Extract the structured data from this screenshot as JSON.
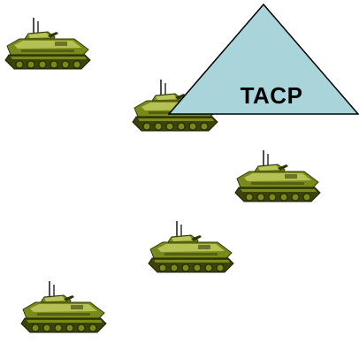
{
  "tacp": {
    "label": "TACP",
    "fill_color": "#a9d4d9",
    "stroke_color": "#000000"
  },
  "vehicle_style": {
    "body_color": "#7a8a1a",
    "highlight_color": "#c9d36a",
    "shadow_color": "#2f3506",
    "track_color": "#3d4208"
  },
  "vehicles": [
    {
      "name": "vehicle-1"
    },
    {
      "name": "vehicle-2"
    },
    {
      "name": "vehicle-3"
    },
    {
      "name": "vehicle-4"
    },
    {
      "name": "vehicle-5"
    }
  ]
}
